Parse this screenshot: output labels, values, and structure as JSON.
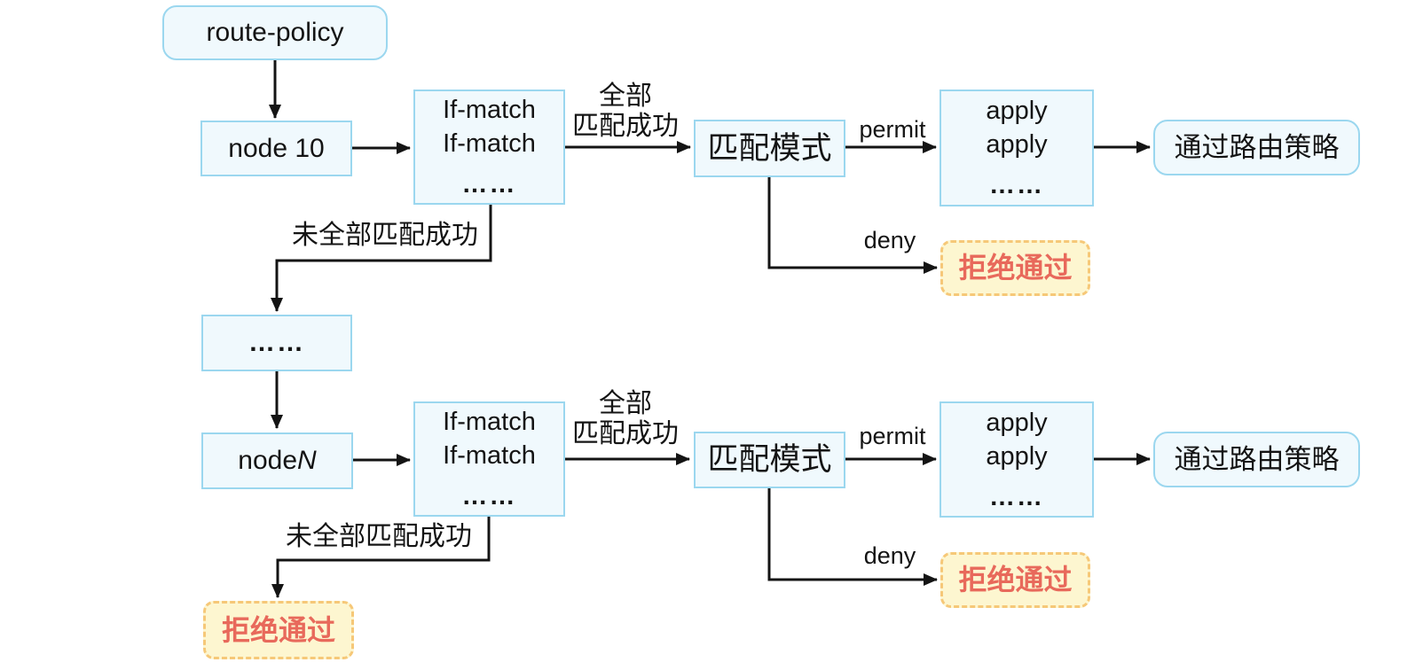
{
  "palette": {
    "box_border": "#9bd7ef",
    "box_fill": "#f0f9fd",
    "reject_fill": "#fdf6d0",
    "reject_border": "#f6c878",
    "reject_text": "#e8695b",
    "line_color": "#141414"
  },
  "start": {
    "label": "route-policy"
  },
  "ellipsis_node": {
    "label": "……"
  },
  "flow_top": {
    "node": {
      "label": "node 10"
    },
    "if_match": {
      "line1": "If-match",
      "line2": "If-match",
      "ellipsis": "……"
    },
    "match_mode": {
      "label": "匹配模式"
    },
    "apply": {
      "line1": "apply",
      "line2": "apply",
      "ellipsis": "……"
    },
    "pass": {
      "label": "通过路由策略"
    },
    "reject": {
      "label": "拒绝通过"
    },
    "labels": {
      "all_matched_line1": "全部",
      "all_matched_line2": "匹配成功",
      "not_all_matched": "未全部匹配成功",
      "permit": "permit",
      "deny": "deny"
    }
  },
  "flow_bottom": {
    "node": {
      "prefix": "node ",
      "variable": "N"
    },
    "if_match": {
      "line1": "If-match",
      "line2": "If-match",
      "ellipsis": "……"
    },
    "match_mode": {
      "label": "匹配模式"
    },
    "apply": {
      "line1": "apply",
      "line2": "apply",
      "ellipsis": "……"
    },
    "pass": {
      "label": "通过路由策略"
    },
    "reject_deny": {
      "label": "拒绝通过"
    },
    "reject_unmatched": {
      "label": "拒绝通过"
    },
    "labels": {
      "all_matched_line1": "全部",
      "all_matched_line2": "匹配成功",
      "not_all_matched": "未全部匹配成功",
      "permit": "permit",
      "deny": "deny"
    }
  }
}
